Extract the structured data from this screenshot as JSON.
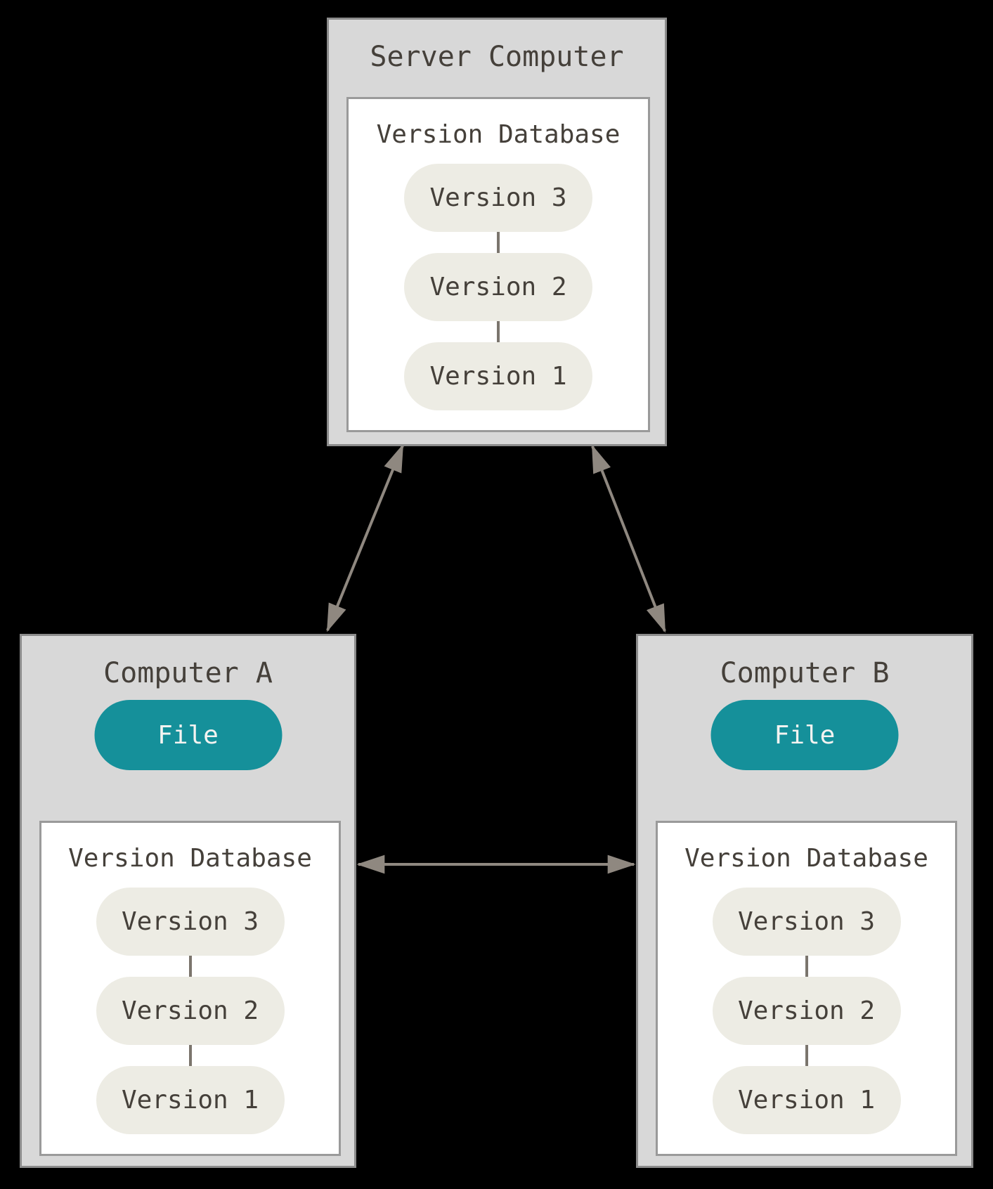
{
  "server": {
    "title": "Server Computer",
    "database": {
      "title": "Version Database",
      "versions": [
        "Version 3",
        "Version 2",
        "Version 1"
      ]
    }
  },
  "computer_a": {
    "title": "Computer A",
    "file_label": "File",
    "database": {
      "title": "Version Database",
      "versions": [
        "Version 3",
        "Version 2",
        "Version 1"
      ]
    }
  },
  "computer_b": {
    "title": "Computer B",
    "file_label": "File",
    "database": {
      "title": "Version Database",
      "versions": [
        "Version 3",
        "Version 2",
        "Version 1"
      ]
    }
  },
  "connections": [
    {
      "from": "Computer A",
      "to": "Server Computer",
      "type": "bidirectional"
    },
    {
      "from": "Computer B",
      "to": "Server Computer",
      "type": "bidirectional"
    },
    {
      "from": "Computer A",
      "to": "Computer B",
      "type": "bidirectional"
    },
    {
      "from": "Version Database (Computer A)",
      "to": "File (Computer A)",
      "type": "one-way-up"
    },
    {
      "from": "Version Database (Computer B)",
      "to": "File (Computer B)",
      "type": "one-way-up"
    }
  ],
  "colors": {
    "background": "#000000",
    "machine_fill": "#d8d8d8",
    "machine_border": "#8c8c8c",
    "panel_fill": "#ffffff",
    "panel_border": "#9a9a9a",
    "version_pill_fill": "#edece4",
    "file_pill_fill": "#15909a",
    "file_pill_text": "#f4f3f1",
    "text": "#45403a",
    "arrow": "#8f8880"
  }
}
